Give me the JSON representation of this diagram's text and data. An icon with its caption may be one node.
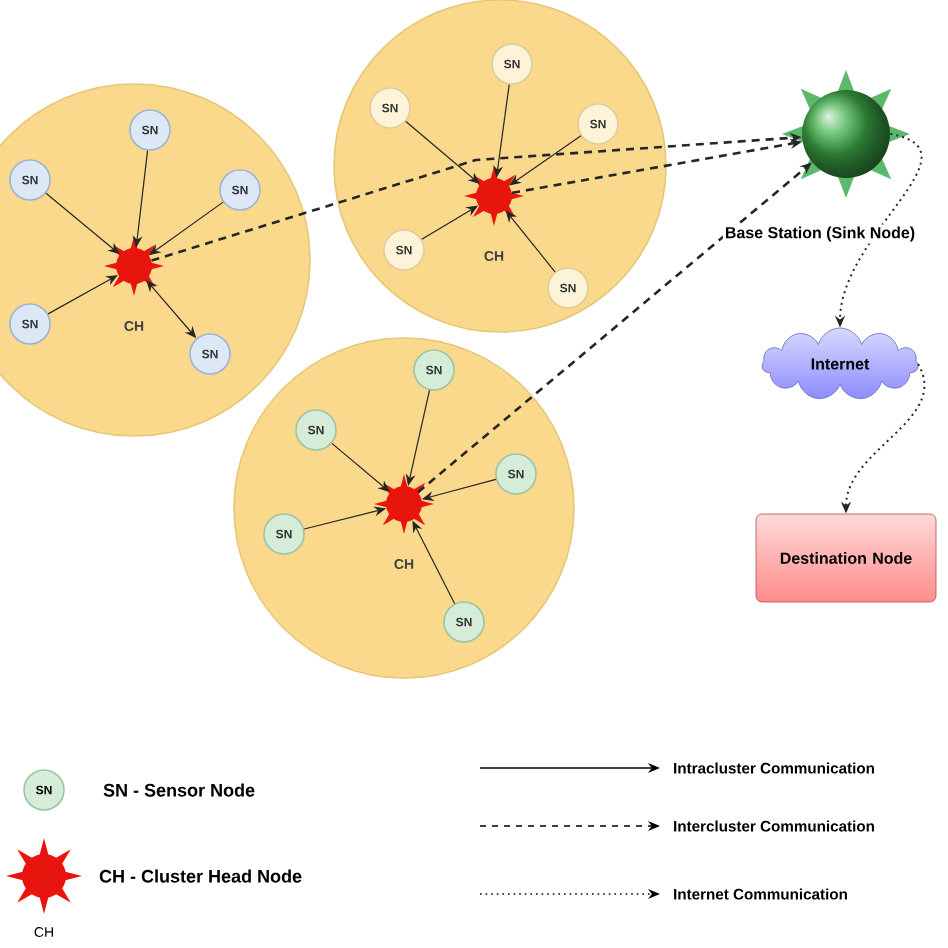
{
  "diagram": {
    "nodes": [
      {
        "text": [],
        "shape": "circle"
      },
      {
        "text": [
          "SN"
        ],
        "in": 0
      },
      {
        "text": [
          "SN"
        ],
        "in": 0
      },
      {
        "text": [
          "SN"
        ],
        "in": 0
      },
      {
        "text": [
          "SN"
        ],
        "in": 0
      },
      {
        "text": [
          "SN"
        ],
        "in": 0
      },
      {
        "text": [],
        "shape": "star",
        "beside": [
          "CH"
        ],
        "in": 0
      },
      {
        "text": [],
        "shape": "circle"
      },
      {
        "text": [
          "SN"
        ],
        "in": 7
      },
      {
        "text": [
          "SN"
        ],
        "in": 7
      },
      {
        "text": [
          "SN"
        ],
        "in": 7
      },
      {
        "text": [
          "SN"
        ],
        "in": 7
      },
      {
        "text": [
          "SN"
        ],
        "in": 7
      },
      {
        "text": [],
        "shape": "star",
        "beside": [
          "CH"
        ],
        "in": 7
      },
      {
        "text": [],
        "shape": "circle"
      },
      {
        "text": [
          "SN"
        ],
        "in": 14
      },
      {
        "text": [
          "SN"
        ],
        "in": 14
      },
      {
        "text": [
          "SN"
        ],
        "in": 14
      },
      {
        "text": [
          "SN"
        ],
        "in": 14
      },
      {
        "text": [
          "SN"
        ],
        "in": 14
      },
      {
        "text": [],
        "shape": "star",
        "beside": [
          "CH"
        ],
        "in": 14
      },
      {
        "text": [
          "Base Station (Sink Node)"
        ]
      },
      {
        "text": [
          "Internet"
        ]
      },
      {
        "text": [
          "Destination Node"
        ]
      }
    ],
    "edges": [
      {
        "from": 1,
        "to": 6,
        "arrow": "to"
      },
      {
        "from": 2,
        "to": 6,
        "arrow": "to"
      },
      {
        "from": 3,
        "to": 6,
        "arrow": "to"
      },
      {
        "from": 4,
        "to": 6,
        "arrow": "to"
      },
      {
        "from": 5,
        "to": 6,
        "arrow": "both"
      },
      {
        "from": 8,
        "to": 13,
        "arrow": "to"
      },
      {
        "from": 9,
        "to": 13,
        "arrow": "to"
      },
      {
        "from": 10,
        "to": 13,
        "arrow": "to"
      },
      {
        "from": 11,
        "to": 13,
        "arrow": "to"
      },
      {
        "from": 12,
        "to": 13,
        "arrow": "to"
      },
      {
        "from": 15,
        "to": 20,
        "arrow": "to"
      },
      {
        "from": 16,
        "to": 20,
        "arrow": "to"
      },
      {
        "from": 17,
        "to": 20,
        "arrow": "to"
      },
      {
        "from": 18,
        "to": 20,
        "arrow": "to"
      },
      {
        "from": 19,
        "to": 20,
        "arrow": "to"
      },
      {
        "from": 6,
        "to": 21,
        "arrow": "to",
        "style": "dashed"
      },
      {
        "from": 13,
        "to": 21,
        "arrow": "to",
        "style": "dashed"
      },
      {
        "from": 20,
        "to": 21,
        "arrow": "to",
        "style": "dashed"
      },
      {
        "from": 21,
        "to": 22,
        "arrow": "to",
        "style": "dashed"
      },
      {
        "from": 22,
        "to": 23,
        "arrow": "to",
        "style": "dashed"
      }
    ],
    "labels": [
      "SN",
      "CH"
    ],
    "legend": [
      {
        "text": "SN - Sensor Node"
      },
      {
        "text": "CH - Cluster Head Node"
      },
      {
        "text": "Intracluster Communication"
      },
      {
        "text": "Intercluster Communication"
      },
      {
        "text": "Internet Communication"
      }
    ]
  }
}
